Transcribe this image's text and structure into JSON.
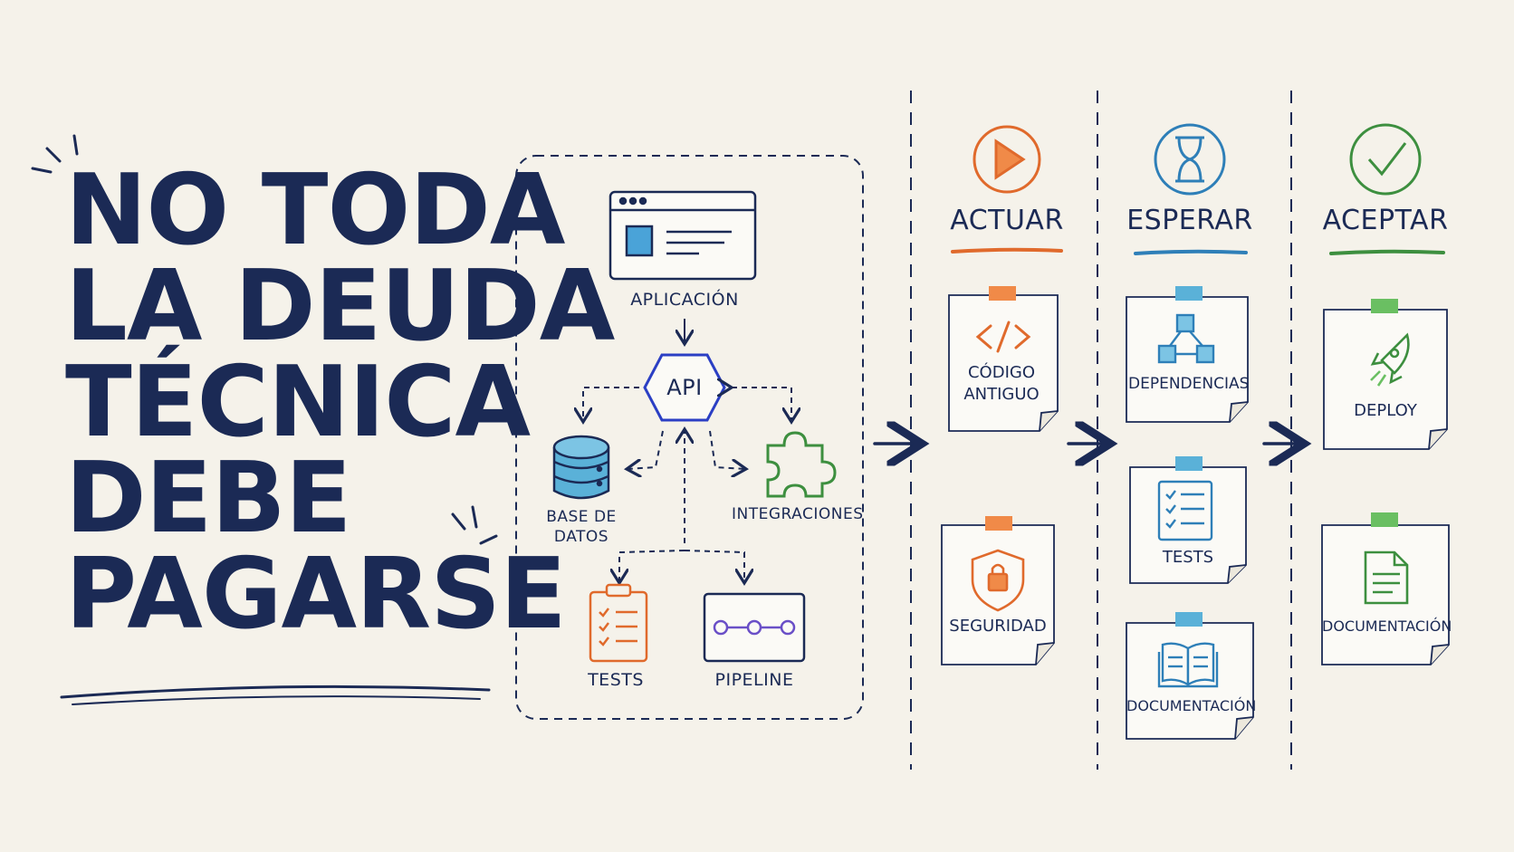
{
  "title": {
    "lines": [
      "NO TODA",
      "LA DEUDA",
      "TÉCNICA",
      "DEBE",
      "PAGARSE"
    ]
  },
  "diagram": {
    "nodes": {
      "app": "APLICACIÓN",
      "api": "API",
      "db": "BASE DE\nDATOS",
      "integrations": "INTEGRACIONES",
      "tests": "TESTS",
      "pipeline": "PIPELINE"
    }
  },
  "columns": [
    {
      "heading": "ACTUAR",
      "icon": "play-icon",
      "color": "#e06a2c",
      "notes": [
        {
          "text": "CÓDIGO\nANTIGUO",
          "icon": "code-icon"
        },
        {
          "text": "SEGURIDAD",
          "icon": "shield-lock-icon"
        }
      ]
    },
    {
      "heading": "ESPERAR",
      "icon": "hourglass-icon",
      "color": "#2e7fb8",
      "notes": [
        {
          "text": "DEPENDENCIAS",
          "icon": "cubes-icon"
        },
        {
          "text": "TESTS",
          "icon": "checklist-icon"
        },
        {
          "text": "DOCUMENTACIÓN",
          "icon": "book-icon"
        }
      ]
    },
    {
      "heading": "ACEPTAR",
      "icon": "check-icon",
      "color": "#3d8f3f",
      "notes": [
        {
          "text": "DEPLOY",
          "icon": "rocket-icon"
        },
        {
          "text": "DOCUMENTACIÓN",
          "icon": "document-icon"
        }
      ]
    }
  ]
}
